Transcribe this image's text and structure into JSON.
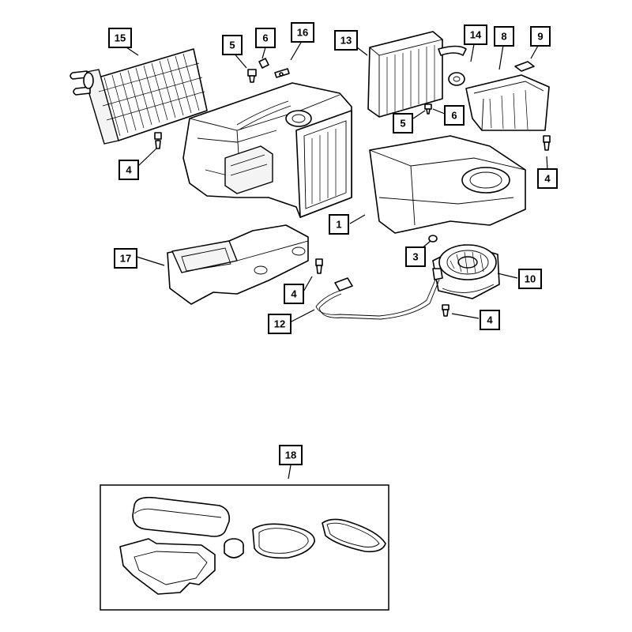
{
  "callouts": {
    "c15": "15",
    "c5a": "5",
    "c6a": "6",
    "c16": "16",
    "c13": "13",
    "c14": "14",
    "c8": "8",
    "c9": "9",
    "c5b": "5",
    "c6b": "6",
    "c4a": "4",
    "c4b": "4",
    "c1": "1",
    "c17": "17",
    "c3": "3",
    "c10": "10",
    "c4c": "4",
    "c12": "12",
    "c4d": "4",
    "c18": "18"
  },
  "colors": {
    "line": "#000000",
    "background": "#ffffff",
    "part_shade": "#f4f4f4"
  }
}
